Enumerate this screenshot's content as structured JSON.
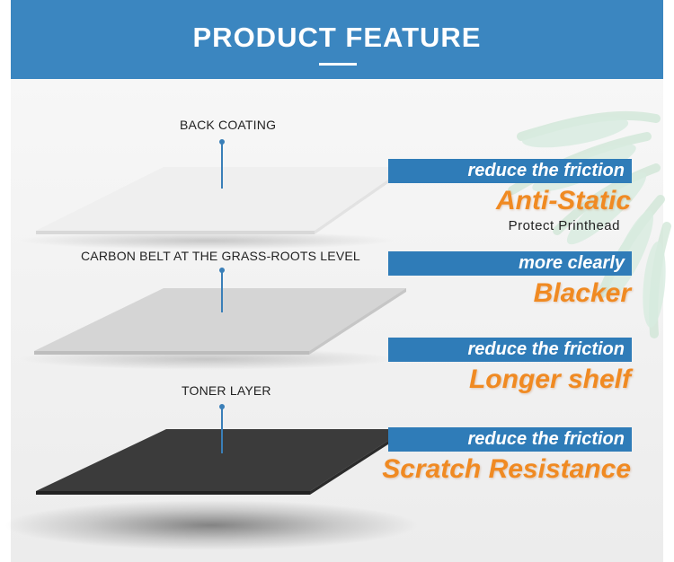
{
  "header": {
    "title": "PRODUCT FEATURE"
  },
  "layers": [
    {
      "label": "BACK COATING"
    },
    {
      "label": "CARBON BELT AT THE GRASS-ROOTS LEVEL"
    },
    {
      "label": "TONER LAYER"
    }
  ],
  "features": [
    {
      "tag": "reduce the friction",
      "title": "Anti-Static",
      "subtitle": "Protect Printhead"
    },
    {
      "tag": "more clearly",
      "title": "Blacker"
    },
    {
      "tag": "reduce the friction",
      "title": "Longer shelf"
    },
    {
      "tag": "reduce the friction",
      "title": "Scratch Resistance"
    }
  ],
  "colors": {
    "header_blue": "#3b86c0",
    "tag_blue": "#2f7cb8",
    "feature_orange": "#f08a22",
    "layer_top": "#eeeeee",
    "layer_middle": "#d4d4d4",
    "layer_bottom": "#3a3a3a"
  },
  "decorations": {
    "background_plant": "palm-leaf-icon"
  }
}
